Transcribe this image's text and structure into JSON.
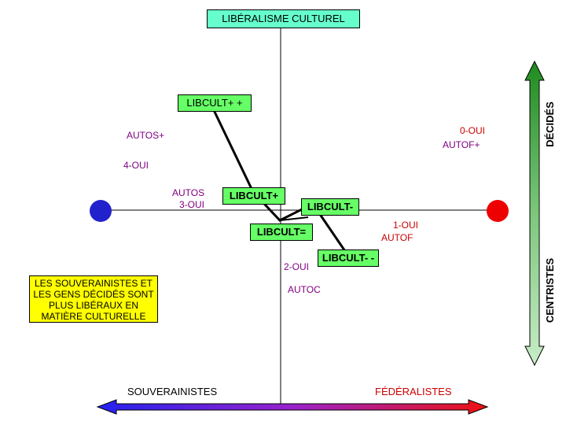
{
  "title": "LIBÉRALISME CULTUREL",
  "boxes": {
    "libcult_pp": "LIBCULT+ +",
    "libcult_p": "LIBCULT+",
    "libcult_m": "LIBCULT-",
    "libcult_eq": "LIBCULT=",
    "libcult_mm": "LIBCULT- -"
  },
  "labels": {
    "autos_plus": "AUTOS+",
    "zero_oui": "0-OUI",
    "autof_plus": "AUTOF+",
    "four_oui": "4-OUI",
    "autos": "AUTOS",
    "three_oui": "3-OUI",
    "one_oui": "1-OUI",
    "autof": "AUTOF",
    "two_oui": "2-OUI",
    "autoc": "AUTOC"
  },
  "note": "LES SOUVERAINISTES ET LES GENS DÉCIDÉS SONT PLUS LIBÉRAUX EN MATIÈRE CULTURELLE",
  "axis": {
    "left": "SOUVERAINISTES",
    "right": "FÉDÉRALISTES",
    "top": "DÉCIDÉS",
    "bottom": "CENTRISTES"
  },
  "colors": {
    "title_bg": "#66ffcc",
    "box_bg": "#66ff66",
    "note_bg": "#ffff00",
    "magenta_text": "#800080",
    "red_text": "#cc0000",
    "blue_dot": "#2222cc",
    "red_dot": "#ee0000",
    "green_arrow_light": "#b8e6b8",
    "green_arrow_dark": "#1f8a1f",
    "h_arrow_start": "#2222ee",
    "h_arrow_end": "#ee1111"
  }
}
